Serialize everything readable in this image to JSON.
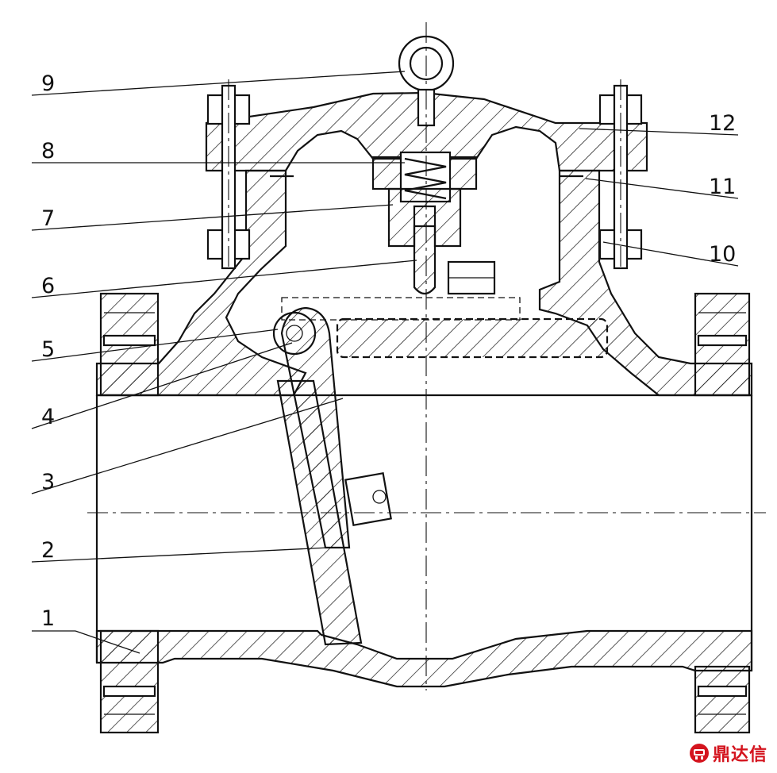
{
  "callouts": [
    "1",
    "2",
    "3",
    "4",
    "5",
    "6",
    "7",
    "8",
    "9",
    "10",
    "11",
    "12"
  ],
  "watermark": {
    "text": "鼎达信",
    "color": "#d4141e"
  }
}
